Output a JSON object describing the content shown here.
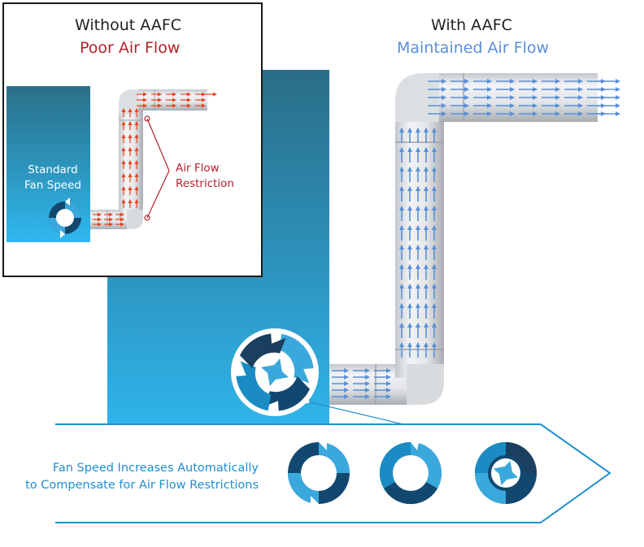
{
  "without": {
    "title": "Without AAFC",
    "subtitle": "Poor Air Flow",
    "fan_label": "Standard\nFan Speed",
    "restriction_label": "Air Flow\nRestriction"
  },
  "with": {
    "title": "With AAFC",
    "subtitle": "Maintained Air Flow"
  },
  "caption": "Fan Speed Increases Automatically\nto Compensate for Air Flow Restrictions",
  "colors": {
    "red_arrow": "#e8431f",
    "red_text": "#b5212b",
    "blue_arrow": "#5b8fd6",
    "blue_text": "#1f8fcf",
    "panel_dark": "#2a6d86",
    "panel_light": "#2fb0e6"
  }
}
